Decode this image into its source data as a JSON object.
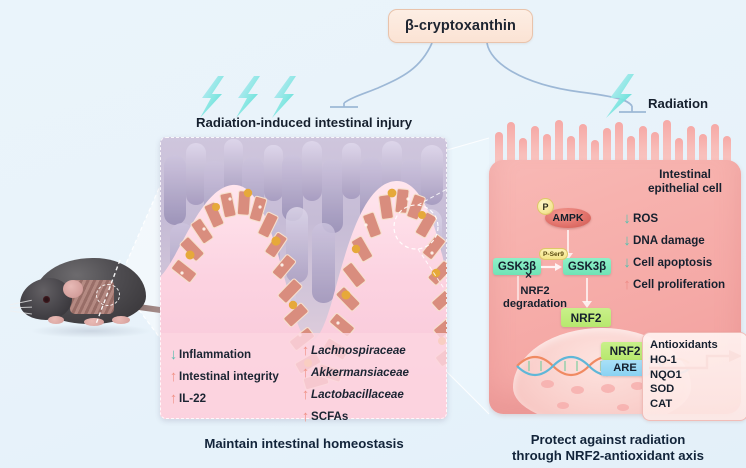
{
  "title": {
    "compound": "β-cryptoxanthin"
  },
  "branches": {
    "left_label": "Radiation-induced intestinal injury",
    "right_label": "Radiation"
  },
  "left_panel": {
    "caption": "Maintain intestinal homeostasis",
    "legend_left": [
      {
        "arrow": "down",
        "text": "Inflammation",
        "italic": false,
        "arrow_glyph": "↓"
      },
      {
        "arrow": "up",
        "text": "Intestinal integrity",
        "italic": false,
        "arrow_glyph": "↑"
      },
      {
        "arrow": "up",
        "text": "IL-22",
        "italic": false,
        "arrow_glyph": "↑"
      }
    ],
    "legend_right": [
      {
        "arrow": "up",
        "text": "Lachnospiraceae",
        "italic": true,
        "arrow_glyph": "↑"
      },
      {
        "arrow": "up",
        "text": "Akkermansiaceae",
        "italic": true,
        "arrow_glyph": "↑"
      },
      {
        "arrow": "up",
        "text": "Lactobacillaceae",
        "italic": true,
        "arrow_glyph": "↑"
      },
      {
        "arrow": "up",
        "text": "SCFAs",
        "italic": false,
        "arrow_glyph": "↑"
      }
    ]
  },
  "right_panel": {
    "caption_line1": "Protect against radiation",
    "caption_line2": "through NRF2-antioxidant axis",
    "cell_name_line1": "Intestinal",
    "cell_name_line2": "epithelial cell",
    "ampk": {
      "label": "AMPK",
      "phospho_badge": "P"
    },
    "gsk3b_inactive": "GSK3β",
    "gsk3b_phospho": "GSK3β",
    "pser9_badge": "P-Ser9",
    "nrf2_cytoplasm": "NRF2",
    "nrf2_nucleus": "NRF2",
    "are": "ARE",
    "degradation_line1": "NRF2",
    "degradation_line2": "degradation",
    "degradation_block_glyph": "×",
    "outcomes": [
      {
        "arrow": "down",
        "text": "ROS",
        "arrow_glyph": "↓"
      },
      {
        "arrow": "down",
        "text": "DNA damage",
        "arrow_glyph": "↓"
      },
      {
        "arrow": "down",
        "text": "Cell apoptosis",
        "arrow_glyph": "↓"
      },
      {
        "arrow": "up",
        "text": "Cell proliferation",
        "arrow_glyph": "↑"
      }
    ],
    "antioxidants": [
      "Antioxidants",
      "HO-1",
      "NQO1",
      "SOD",
      "CAT"
    ]
  },
  "colors": {
    "background": "#e8f3fb",
    "title_pill_fill": "#fbe3d4",
    "title_pill_border": "#e9c3ab",
    "connector_line": "#9db8d6",
    "cell_pink": "#f6aeab",
    "villi_pink": "#fbd3e0",
    "microbiota_purple": "#c6bcd6",
    "gsk_green": "#6fe3b6",
    "nrf2_green": "#b7e86e",
    "are_blue": "#89d2f2",
    "ampk_red": "#e2736c",
    "phospho_yellow": "#f4e488",
    "arrow_up": "#ee8b86",
    "arrow_down": "#4ec2ae",
    "lightning": "#4fd8d0",
    "antiox_arrow": "#c21f10",
    "text_dark": "#16202e"
  }
}
